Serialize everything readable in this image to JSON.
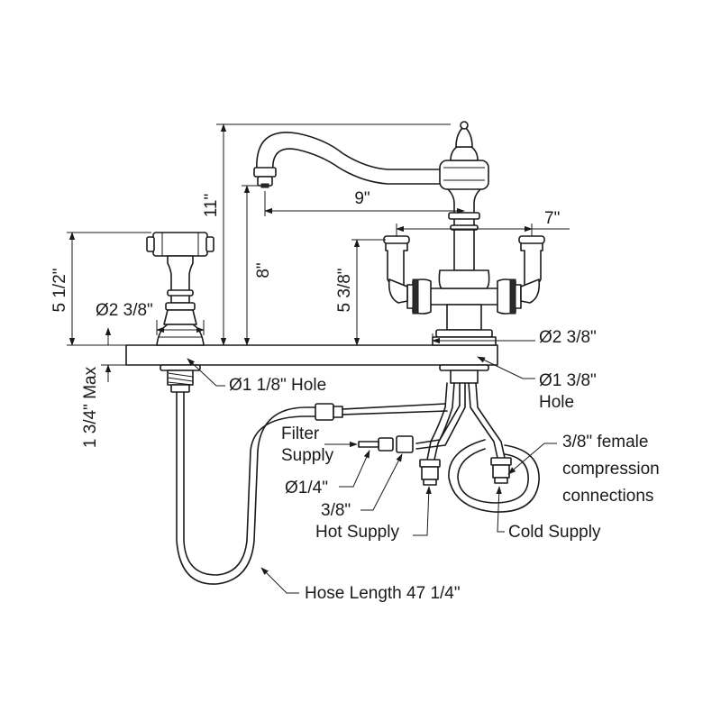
{
  "dimensions": {
    "spout_height": "11\"",
    "spout_reach": "9\"",
    "handle_spread": "7\"",
    "spout_clearance": "8\"",
    "handle_height": "5 3/8\"",
    "sprayer_height": "5 1/2\"",
    "sprayer_base_diameter": "Ø2 3/8\"",
    "faucet_base_diameter": "Ø2 3/8\"",
    "max_deck_thickness": "1 3/4\" Max"
  },
  "callouts": {
    "sprayer_hole": "Ø1 1/8\" Hole",
    "faucet_hole_line1": "Ø1 3/8\"",
    "faucet_hole_line2": "Hole",
    "filter_line1": "Filter",
    "filter_line2": "Supply",
    "filter_diameter": "Ø1/4\"",
    "hot_line1": "3/8\"",
    "hot_line2": "Hot Supply",
    "compression_line1": "3/8\" female",
    "compression_line2": "compression",
    "compression_line3": "connections",
    "cold_supply": "Cold Supply",
    "hose_length": "Hose Length 47 1/4\""
  }
}
